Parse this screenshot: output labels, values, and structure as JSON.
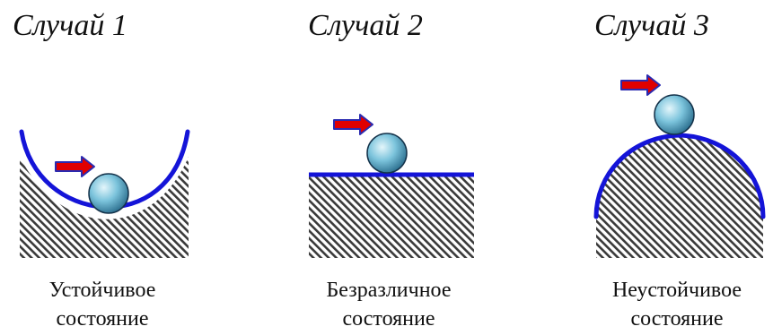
{
  "cases": [
    {
      "title": "Случай 1",
      "line1": "Устойчивое",
      "line2": "состояние"
    },
    {
      "title": "Случай 2",
      "line1": "Безразличное",
      "line2": "состояние"
    },
    {
      "title": "Случай 3",
      "line1": "Неустойчивое",
      "line2": "состояние"
    }
  ],
  "colors": {
    "surface": "#1414d8",
    "arrow_fill": "#e00000",
    "arrow_outline": "#2a2ab0",
    "ball_light": "#d8f1f8",
    "ball_dark": "#1f6f8f",
    "hatch": "#3a3a3a"
  }
}
